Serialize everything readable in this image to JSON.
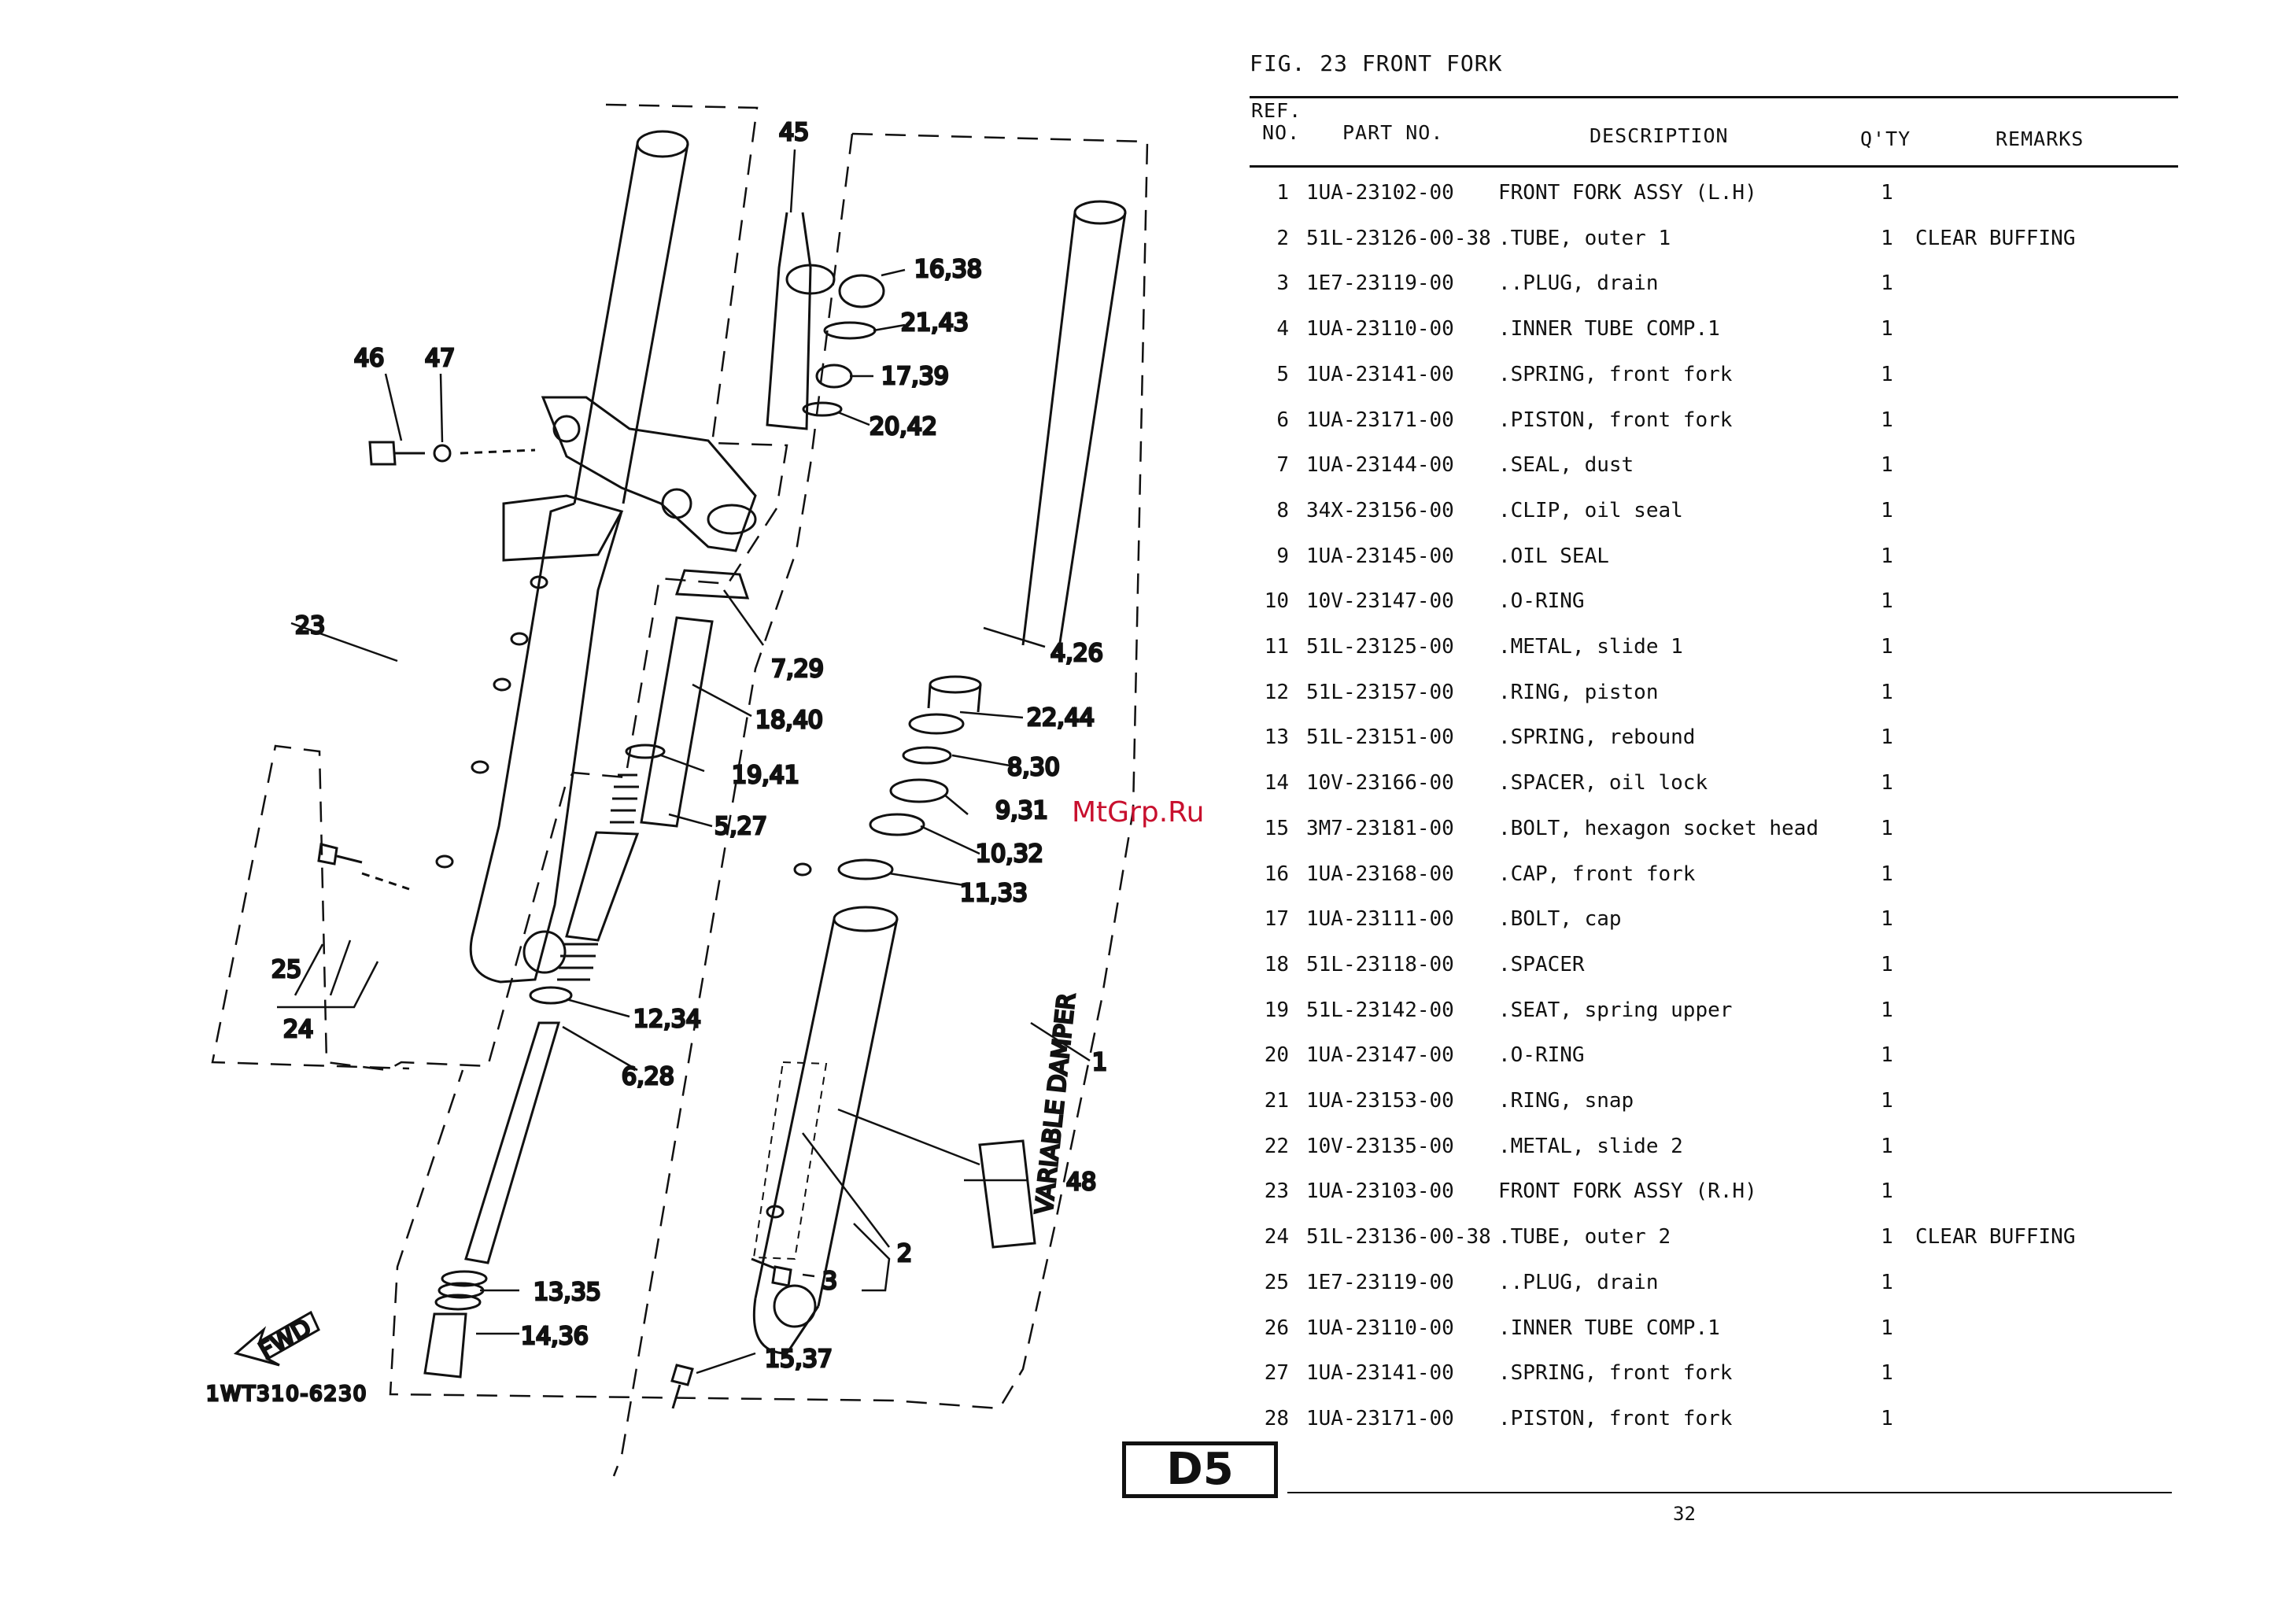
{
  "figure_title": "FIG. 23  FRONT FORK",
  "headers": {
    "ref_line1": "REF.",
    "ref_line2": "NO.",
    "part_no": "PART NO.",
    "description": "DESCRIPTION",
    "qty": "Q'TY",
    "remarks": "REMARKS"
  },
  "parts": [
    {
      "ref": "1",
      "part": "1UA-23102-00",
      "desc": "FRONT FORK ASSY (L.H)",
      "qty": "1",
      "remarks": ""
    },
    {
      "ref": "2",
      "part": "51L-23126-00-38",
      "desc": ".TUBE, outer 1",
      "qty": "1",
      "remarks": "CLEAR BUFFING"
    },
    {
      "ref": "3",
      "part": "1E7-23119-00",
      "desc": "..PLUG, drain",
      "qty": "1",
      "remarks": ""
    },
    {
      "ref": "4",
      "part": "1UA-23110-00",
      "desc": ".INNER TUBE COMP.1",
      "qty": "1",
      "remarks": ""
    },
    {
      "ref": "5",
      "part": "1UA-23141-00",
      "desc": ".SPRING, front fork",
      "qty": "1",
      "remarks": ""
    },
    {
      "ref": "6",
      "part": "1UA-23171-00",
      "desc": ".PISTON, front fork",
      "qty": "1",
      "remarks": ""
    },
    {
      "ref": "7",
      "part": "1UA-23144-00",
      "desc": ".SEAL, dust",
      "qty": "1",
      "remarks": ""
    },
    {
      "ref": "8",
      "part": "34X-23156-00",
      "desc": ".CLIP, oil seal",
      "qty": "1",
      "remarks": ""
    },
    {
      "ref": "9",
      "part": "1UA-23145-00",
      "desc": ".OIL SEAL",
      "qty": "1",
      "remarks": ""
    },
    {
      "ref": "10",
      "part": "10V-23147-00",
      "desc": ".O-RING",
      "qty": "1",
      "remarks": ""
    },
    {
      "ref": "11",
      "part": "51L-23125-00",
      "desc": ".METAL, slide 1",
      "qty": "1",
      "remarks": ""
    },
    {
      "ref": "12",
      "part": "51L-23157-00",
      "desc": ".RING, piston",
      "qty": "1",
      "remarks": ""
    },
    {
      "ref": "13",
      "part": "51L-23151-00",
      "desc": ".SPRING, rebound",
      "qty": "1",
      "remarks": ""
    },
    {
      "ref": "14",
      "part": "10V-23166-00",
      "desc": ".SPACER, oil lock",
      "qty": "1",
      "remarks": ""
    },
    {
      "ref": "15",
      "part": "3M7-23181-00",
      "desc": ".BOLT, hexagon socket head",
      "qty": "1",
      "remarks": ""
    },
    {
      "ref": "16",
      "part": "1UA-23168-00",
      "desc": ".CAP, front fork",
      "qty": "1",
      "remarks": ""
    },
    {
      "ref": "17",
      "part": "1UA-23111-00",
      "desc": ".BOLT, cap",
      "qty": "1",
      "remarks": ""
    },
    {
      "ref": "18",
      "part": "51L-23118-00",
      "desc": ".SPACER",
      "qty": "1",
      "remarks": ""
    },
    {
      "ref": "19",
      "part": "51L-23142-00",
      "desc": ".SEAT, spring upper",
      "qty": "1",
      "remarks": ""
    },
    {
      "ref": "20",
      "part": "1UA-23147-00",
      "desc": ".O-RING",
      "qty": "1",
      "remarks": ""
    },
    {
      "ref": "21",
      "part": "1UA-23153-00",
      "desc": ".RING, snap",
      "qty": "1",
      "remarks": ""
    },
    {
      "ref": "22",
      "part": "10V-23135-00",
      "desc": ".METAL, slide 2",
      "qty": "1",
      "remarks": ""
    },
    {
      "ref": "23",
      "part": "1UA-23103-00",
      "desc": "FRONT FORK ASSY (R.H)",
      "qty": "1",
      "remarks": ""
    },
    {
      "ref": "24",
      "part": "51L-23136-00-38",
      "desc": ".TUBE, outer 2",
      "qty": "1",
      "remarks": "CLEAR BUFFING"
    },
    {
      "ref": "25",
      "part": "1E7-23119-00",
      "desc": "..PLUG, drain",
      "qty": "1",
      "remarks": ""
    },
    {
      "ref": "26",
      "part": "1UA-23110-00",
      "desc": ".INNER TUBE COMP.1",
      "qty": "1",
      "remarks": ""
    },
    {
      "ref": "27",
      "part": "1UA-23141-00",
      "desc": ".SPRING, front fork",
      "qty": "1",
      "remarks": ""
    },
    {
      "ref": "28",
      "part": "1UA-23171-00",
      "desc": ".PISTON, front fork",
      "qty": "1",
      "remarks": ""
    }
  ],
  "diagram_labels": {
    "l45": "45",
    "l16_38": "16,38",
    "l21_43": "21,43",
    "l17_39": "17,39",
    "l20_42": "20,42",
    "l46": "46",
    "l47": "47",
    "l23": "23",
    "l7_29": "7,29",
    "l4_26": "4,26",
    "l18_40": "18,40",
    "l22_44": "22,44",
    "l8_30": "8,30",
    "l19_41": "19,41",
    "l9_31": "9,31",
    "l5_27": "5,27",
    "l10_32": "10,32",
    "l11_33": "11,33",
    "l25": "25",
    "l24": "24",
    "l12_34": "12,34",
    "l1": "1",
    "l6_28": "6,28",
    "l48": "48",
    "l2": "2",
    "l3": "3",
    "l13_35": "13,35",
    "l14_36": "14,36",
    "l15_37": "15,37",
    "fwd": "FWD",
    "damper": "VARIABLE DAMPER",
    "code": "1WT310-6230"
  },
  "watermark": "MtGrp.Ru",
  "badge": "D5",
  "page_number": "32"
}
